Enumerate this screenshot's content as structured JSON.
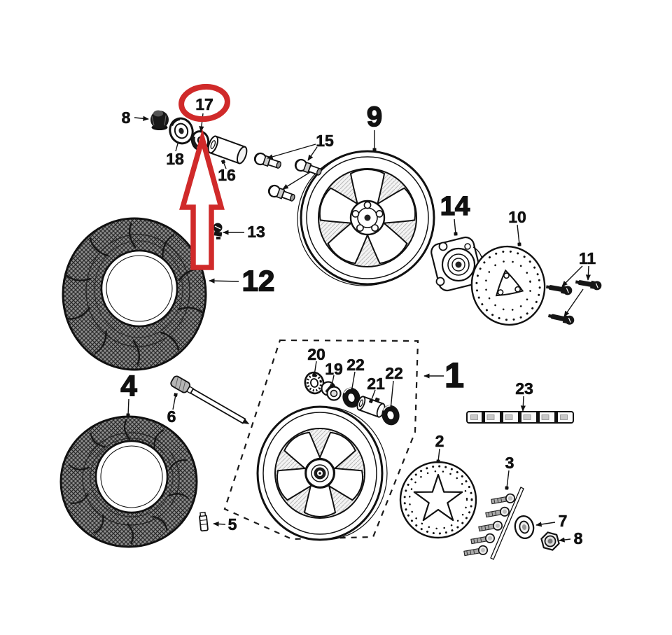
{
  "diagram": {
    "figure_type": "exploded-parts-diagram",
    "colors": {
      "background": "#ffffff",
      "ink": "#111111",
      "highlight": "#d02a2a"
    },
    "callouts": {
      "c1": "1",
      "c2": "2",
      "c3": "3",
      "c4": "4",
      "c5": "5",
      "c6": "6",
      "c7": "7",
      "c8_top": "8",
      "c8_bottom": "8",
      "c9": "9",
      "c10": "10",
      "c11": "11",
      "c12": "12",
      "c13": "13",
      "c14": "14",
      "c15": "15",
      "c16": "16",
      "c17": "17",
      "c18": "18",
      "c19": "19",
      "c20": "20",
      "c21": "21",
      "c22_left": "22",
      "c22_right": "22",
      "c23": "23"
    },
    "highlight": {
      "circled_callout": "17",
      "marks": [
        "red-ellipse-around-17",
        "red-up-arrow-to-17"
      ],
      "color": "#d02a2a"
    },
    "weight_strip": {
      "segment_count": 6
    }
  }
}
